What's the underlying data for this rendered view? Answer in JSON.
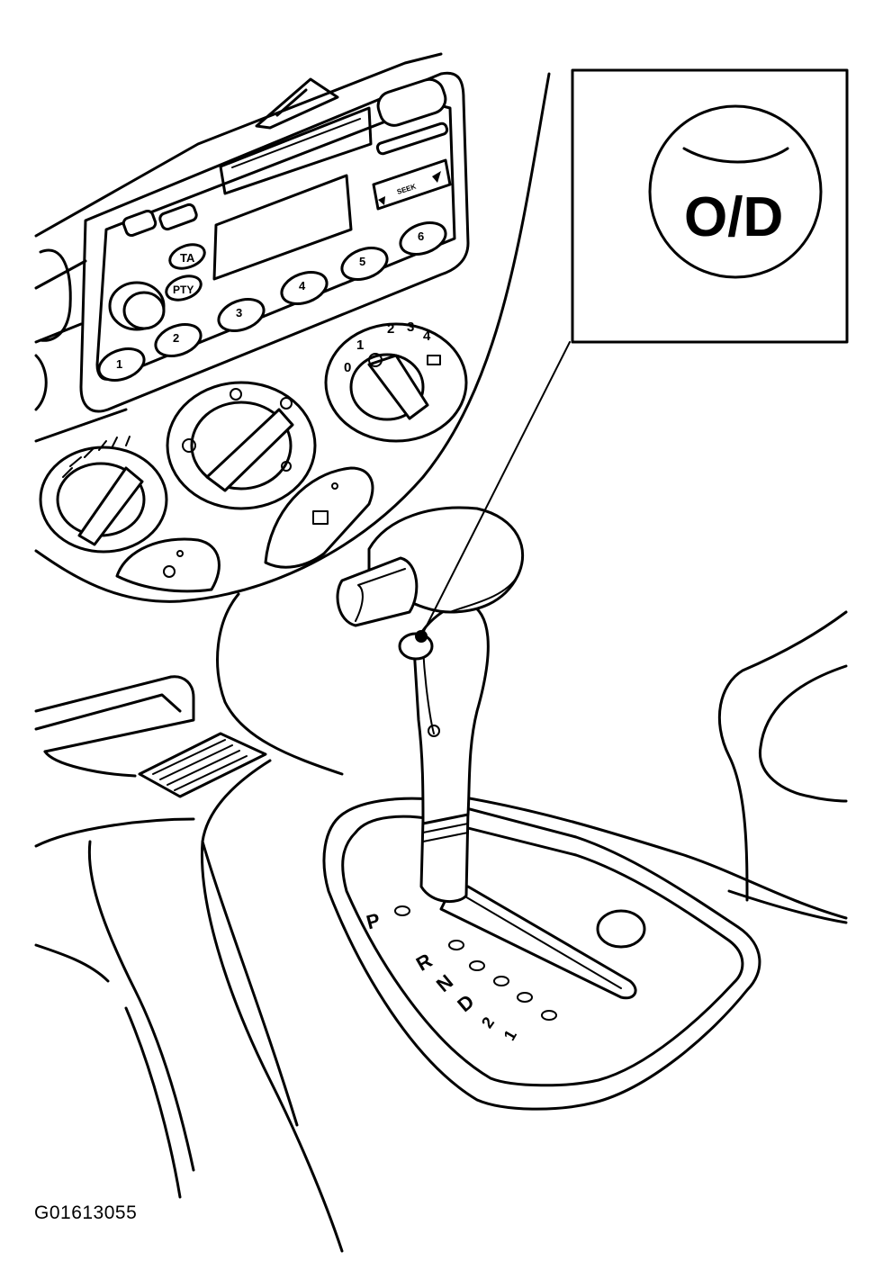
{
  "figure_id": "G01613055",
  "callout": {
    "button_label": "O/D"
  },
  "radio": {
    "preset_buttons": [
      "1",
      "2",
      "3",
      "4",
      "5",
      "6"
    ],
    "ta_label": "TA",
    "pty_label": "PTY",
    "seek_label": "SEEK"
  },
  "fan_dial": {
    "labels": [
      "0",
      "1",
      "2",
      "3",
      "4"
    ]
  },
  "gear_selector": {
    "positions": [
      "P",
      "R",
      "N",
      "D",
      "2",
      "1"
    ]
  }
}
